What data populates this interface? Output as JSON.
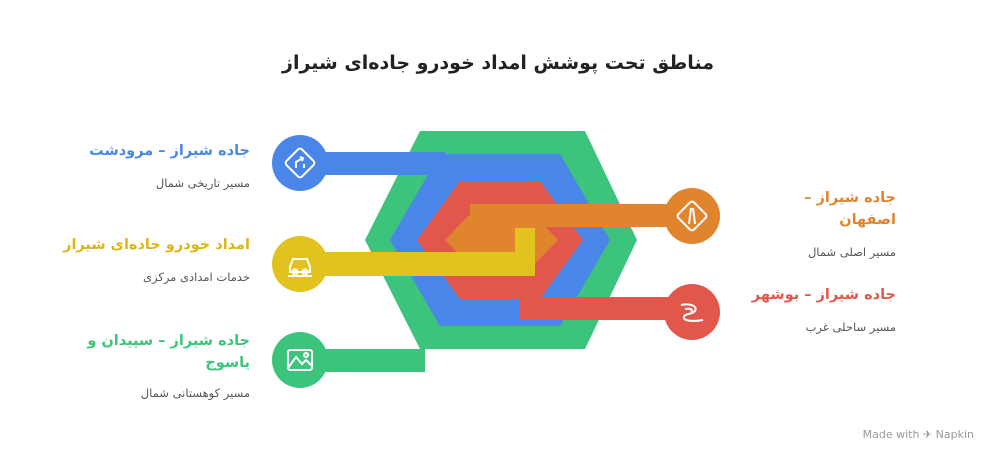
{
  "title": "مناطق تحت پوشش امداد خودرو جاده‌ای شیراز",
  "colors": {
    "green": "#3CC47C",
    "blue": "#4A86E8",
    "red": "#E2574C",
    "orange": "#E0852E",
    "yellow": "#E2C21E"
  },
  "items": {
    "blue": {
      "title": "جاده شیراز – مرودشت",
      "subtitle": "مسیر تاریخی شمال",
      "icon": "route-arrows-icon"
    },
    "yellow": {
      "title": "امداد خودرو جاده‌ای شیراز",
      "subtitle": "خدمات امدادی مرکزی",
      "icon": "car-service-icon"
    },
    "green": {
      "title": "جاده شیراز – سپیدان و یاسوج",
      "subtitle": "مسیر کوهستانی شمال",
      "icon": "mountain-icon"
    },
    "orange": {
      "title": "جاده شیراز – اصفهان",
      "subtitle": "مسیر اصلی شمال",
      "icon": "straight-road-icon"
    },
    "red": {
      "title": "جاده شیراز – بوشهر",
      "subtitle": "مسیر ساحلی غرب",
      "icon": "curvy-road-icon"
    }
  },
  "watermark": "Made with  ✈ Napkin"
}
